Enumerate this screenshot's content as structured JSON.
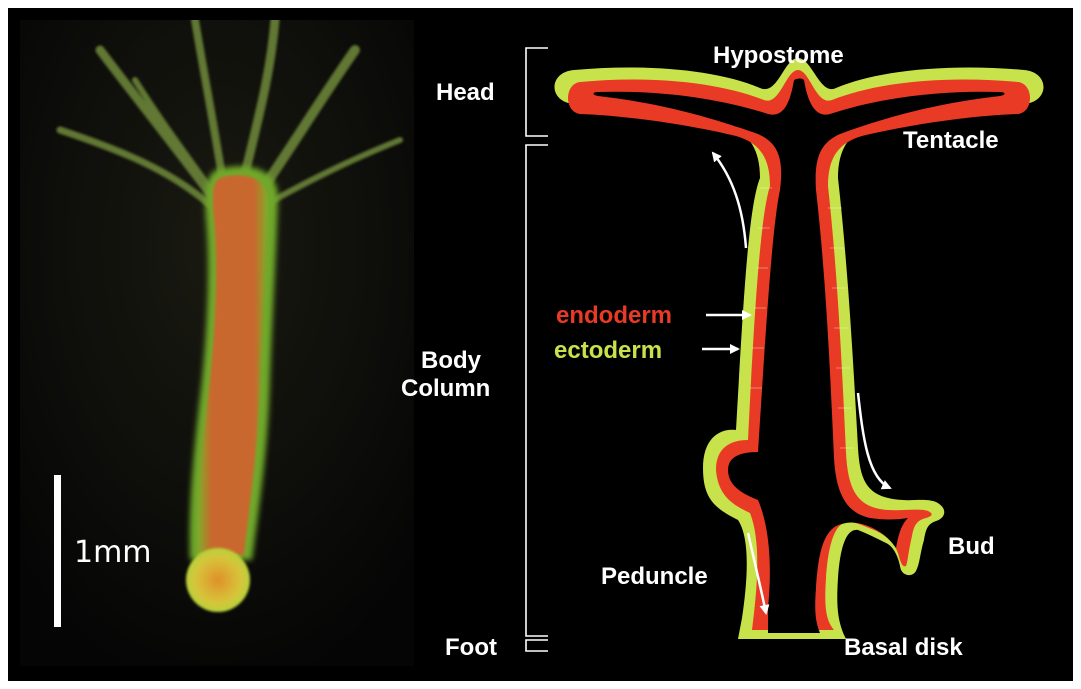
{
  "photo": {
    "scale_bar_label": "1mm"
  },
  "labels": {
    "hypostome": "Hypostome",
    "head": "Head",
    "tentacle": "Tentacle",
    "body_column_line1": "Body",
    "body_column_line2": "Column",
    "endoderm": "endoderm",
    "ectoderm": "ectoderm",
    "peduncle": "Peduncle",
    "bud": "Bud",
    "foot": "Foot",
    "basal_disk": "Basal disk"
  },
  "colors": {
    "background": "#000000",
    "endoderm": "#e83a24",
    "ectoderm": "#c7e24a",
    "label": "#ffffff"
  }
}
